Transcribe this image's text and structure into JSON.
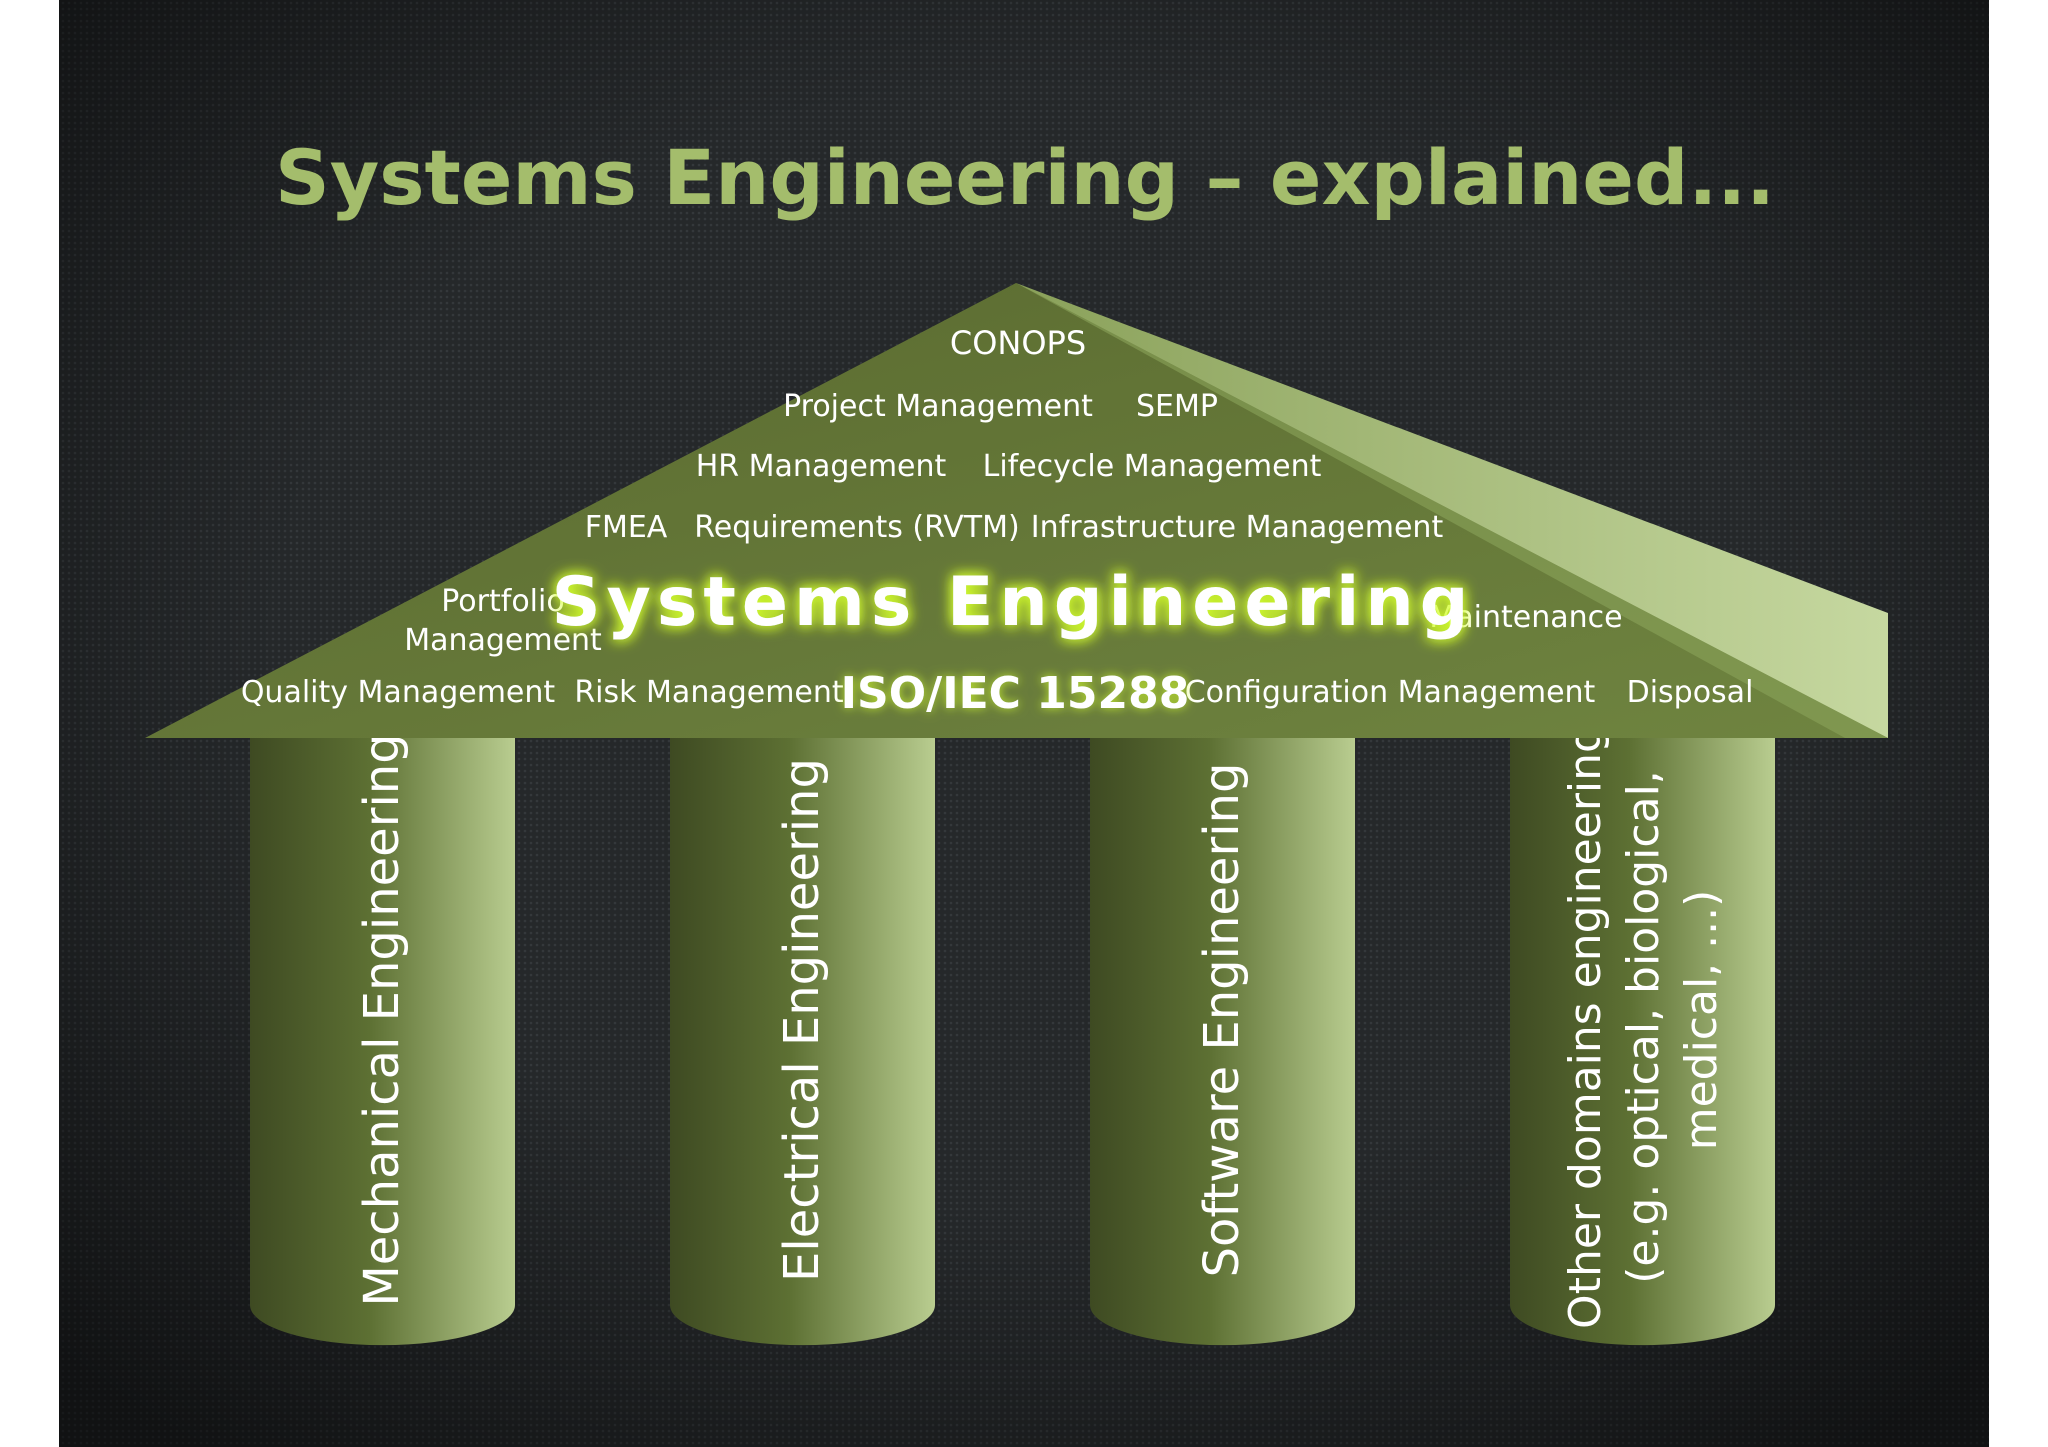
{
  "slide": {
    "title": "Systems Engineering – explained...",
    "colors": {
      "title": "#a4bd6c",
      "roof_dark": "#4b5a2a",
      "roof_light": "#bfd296",
      "pillar_dark": "#3f4c22",
      "pillar_light": "#b7cc8b",
      "background": "#222426",
      "glow": "#d7ff3a"
    }
  },
  "roof": {
    "center_title": "Systems Engineering",
    "standard": "ISO/IEC 15288",
    "topics": {
      "conops": "CONOPS",
      "project_management": "Project Management",
      "semp": "SEMP",
      "hr_management": "HR Management",
      "lifecycle_management": "Lifecycle Management",
      "fmea": "FMEA",
      "requirements": "Requirements (RVTM)",
      "infrastructure_management": "Infrastructure Management",
      "portfolio_line1": "Portfolio",
      "portfolio_line2": "Management",
      "maintenance": "Maintenance",
      "quality_management": "Quality Management",
      "risk_management": "Risk Management",
      "configuration_management": "Configuration Management",
      "disposal": "Disposal"
    }
  },
  "pillars": [
    {
      "lines": [
        "Mechanical Engineering"
      ]
    },
    {
      "lines": [
        "Electrical Engineering"
      ]
    },
    {
      "lines": [
        "Software Engineering"
      ]
    },
    {
      "lines": [
        "Other domains engineering",
        "(e.g. optical, biological,",
        "medical, ...)"
      ]
    }
  ]
}
